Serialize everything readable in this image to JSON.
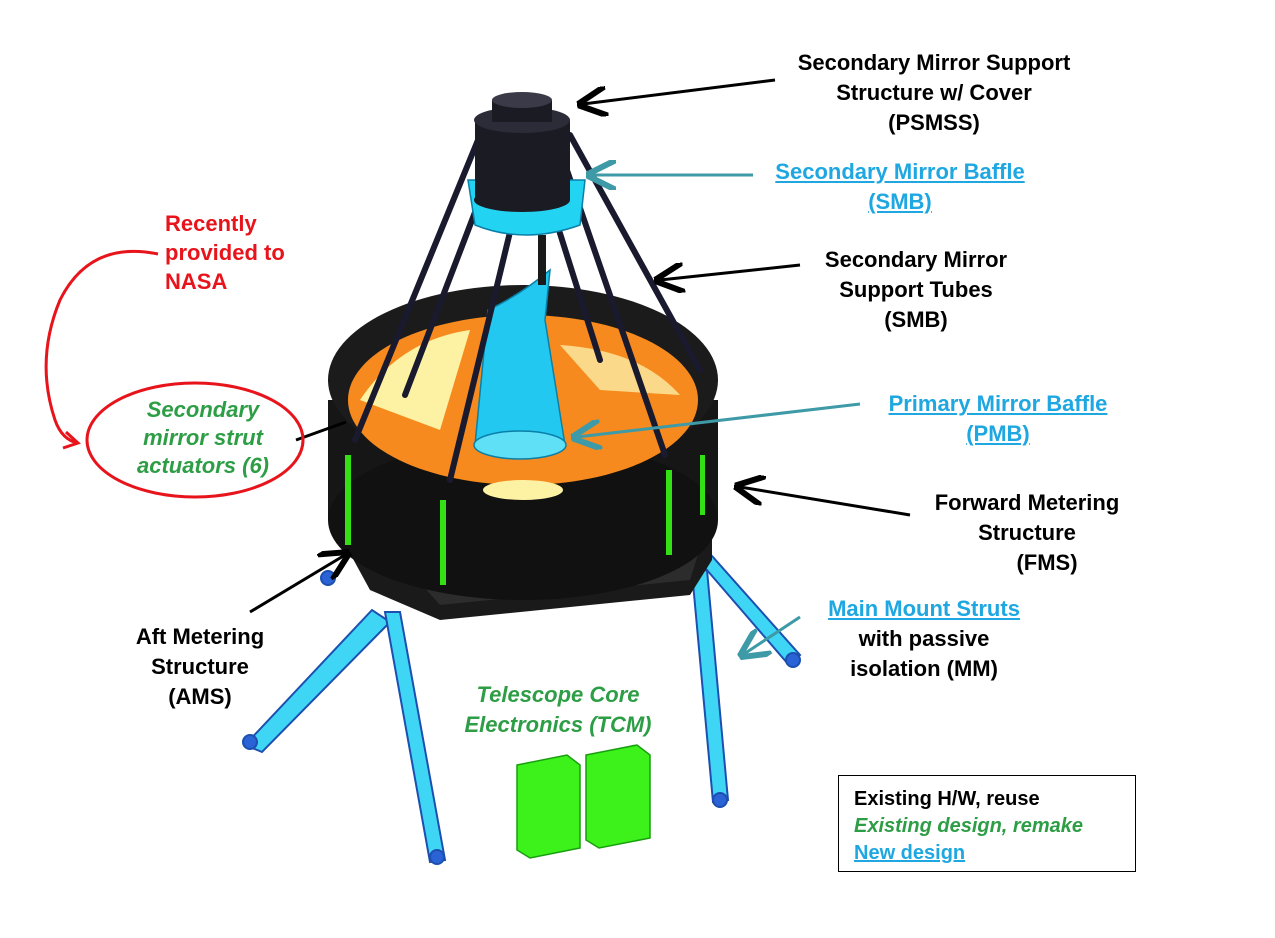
{
  "labels": {
    "psmss": [
      "Secondary Mirror Support",
      "Structure w/ Cover",
      "(PSMSS)"
    ],
    "smb_baffle": [
      "Secondary Mirror Baffle",
      "(SMB)"
    ],
    "sm_tubes": [
      "Secondary Mirror",
      "Support Tubes",
      "(SMB)"
    ],
    "pmb": [
      "Primary Mirror Baffle",
      "(PMB)"
    ],
    "fms": [
      "Forward  Metering",
      "Structure",
      "(FMS)"
    ],
    "mm_link": "Main Mount Struts",
    "mm_rest": [
      "with passive",
      "isolation     (MM)"
    ],
    "ams": [
      "Aft Metering",
      "Structure",
      "(AMS)"
    ],
    "tcm": [
      "Telescope Core",
      "Electronics (TCM)"
    ],
    "actuators": [
      "Secondary",
      "mirror strut",
      "actuators (6)"
    ],
    "nasa": [
      "Recently",
      "provided to",
      "NASA"
    ]
  },
  "legend": {
    "existing_reuse": "Existing H/W, reuse",
    "existing_remake": "Existing design, remake",
    "new_design": "New design"
  },
  "colors": {
    "existing": "#000000",
    "remake": "#2e9e46",
    "new": "#1ea7e0",
    "callout": "#e8141c",
    "baffle": "#22d3f2",
    "mirror": "#f78a1e",
    "structure": "#1a1a1a",
    "electronics": "#3df21a"
  }
}
